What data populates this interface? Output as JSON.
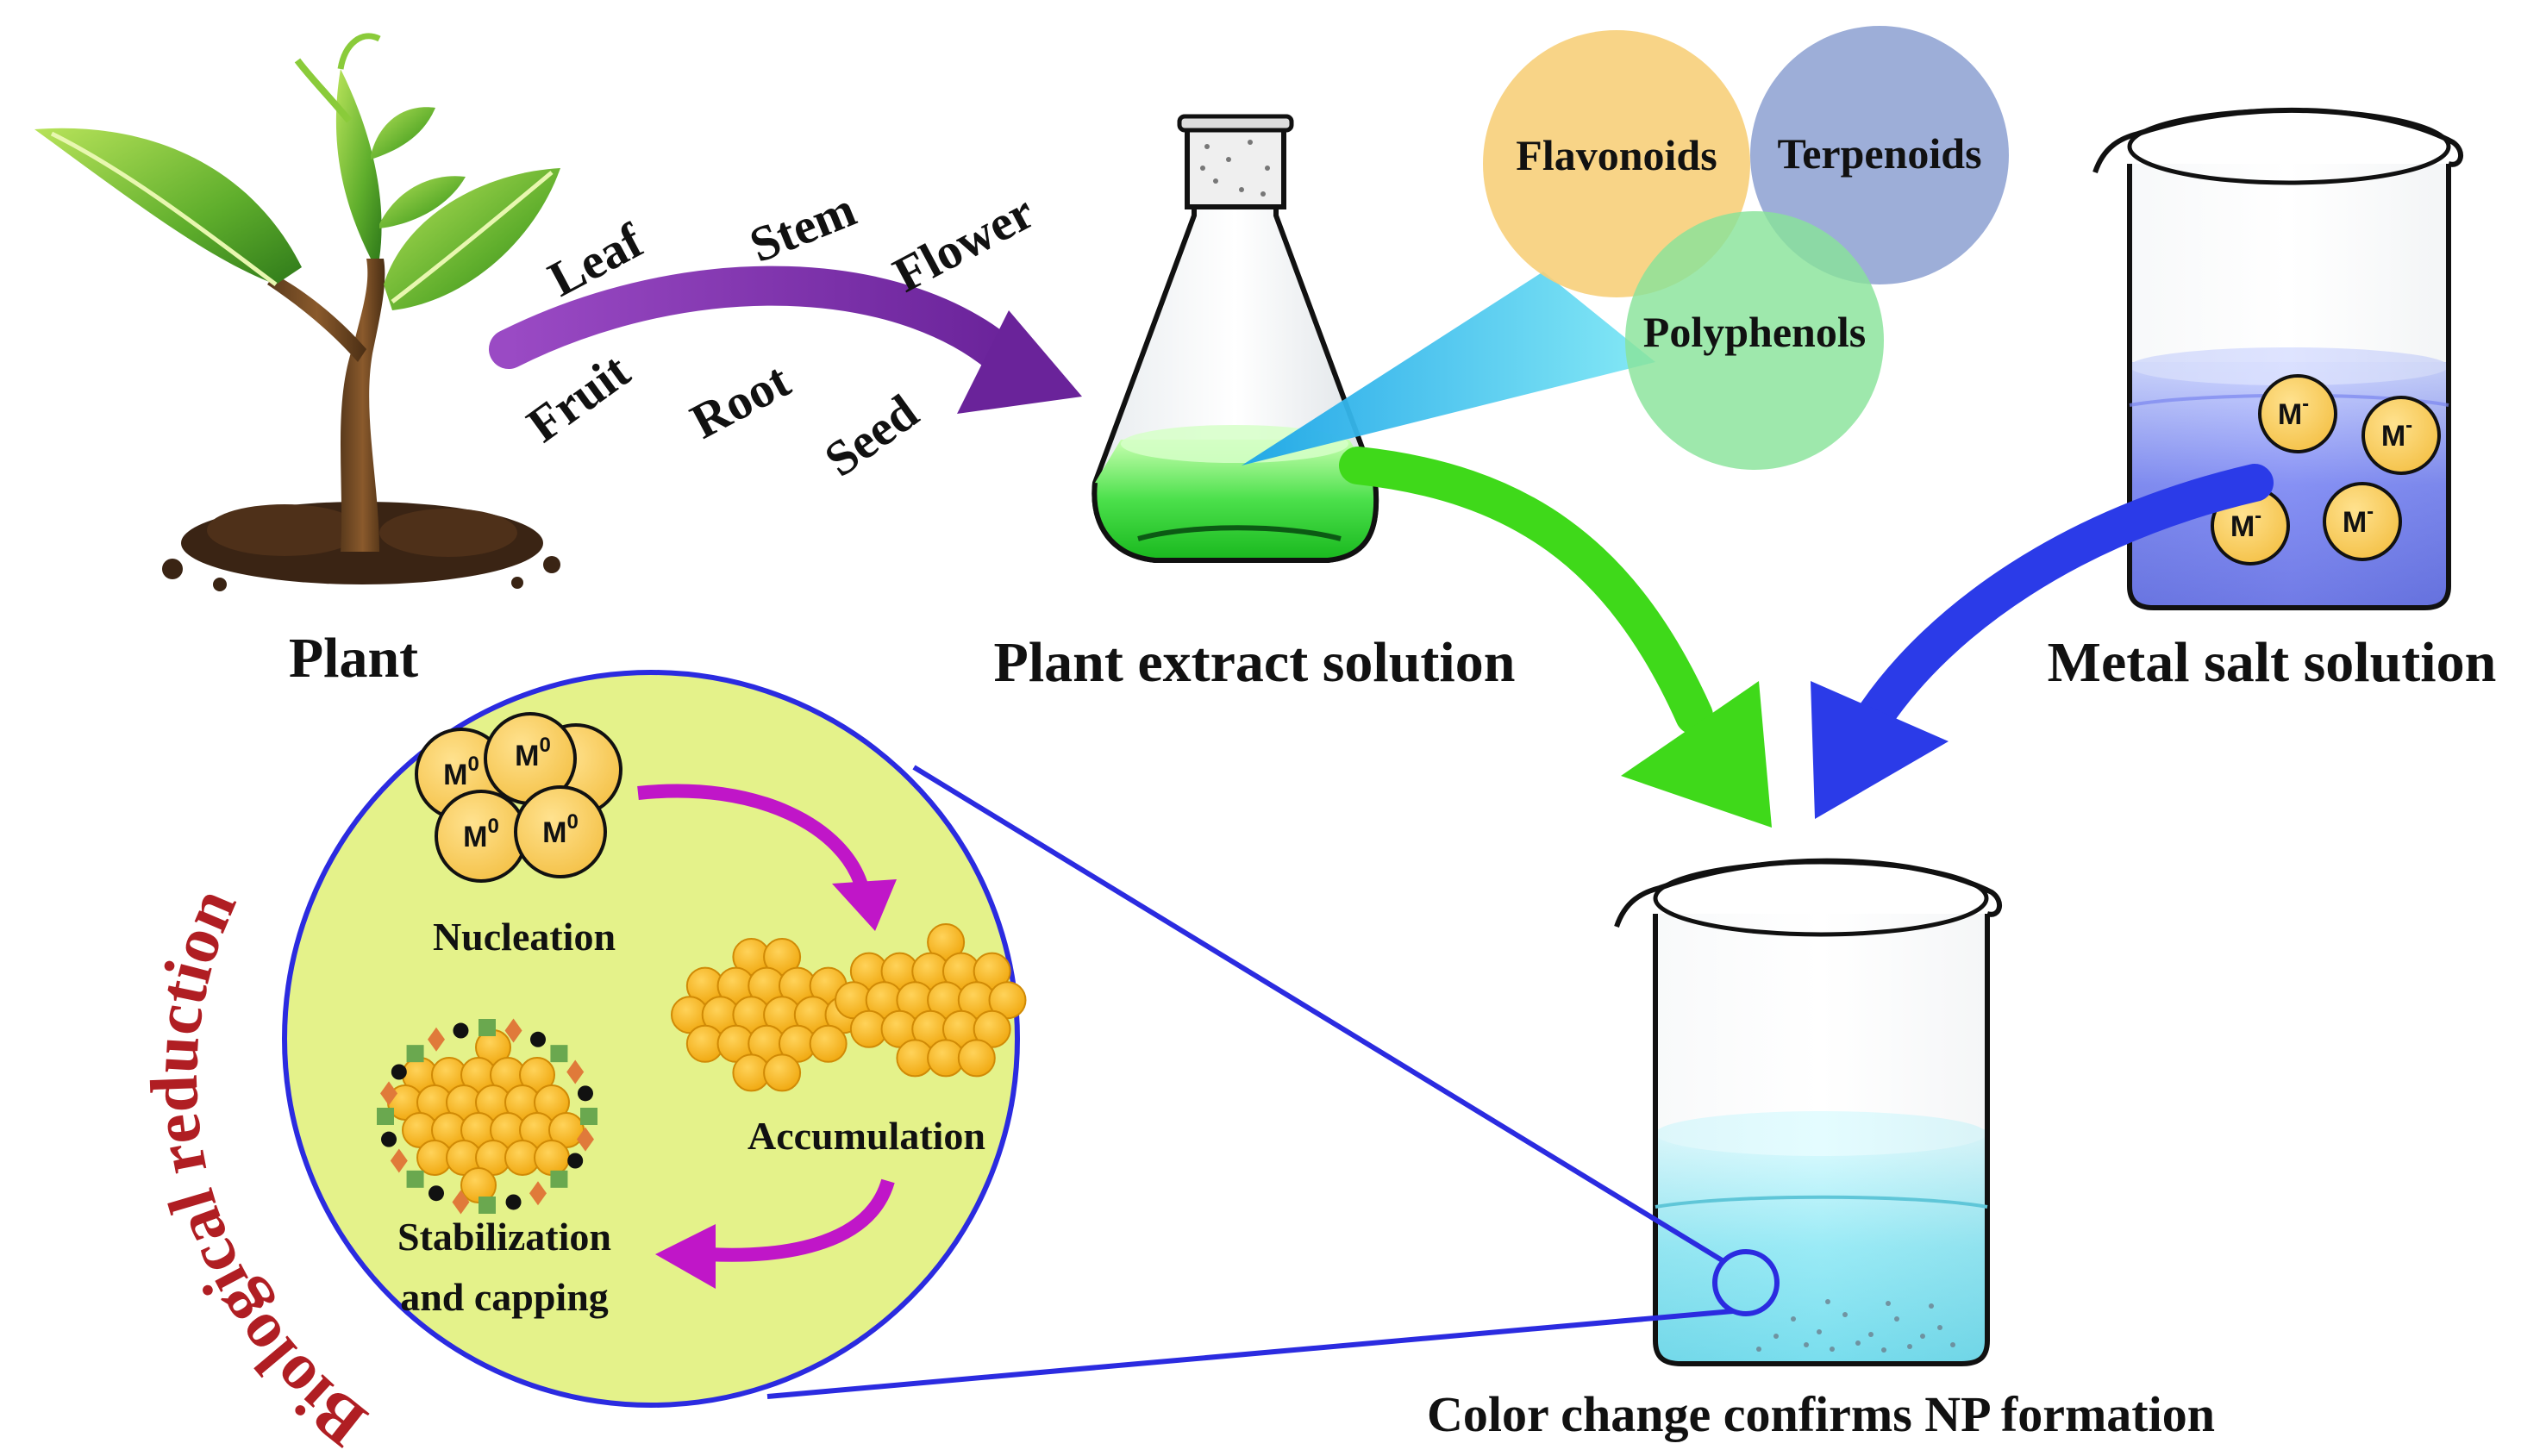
{
  "plant": {
    "label": "Plant",
    "parts": [
      "Leaf",
      "Stem",
      "Flower",
      "Fruit",
      "Root",
      "Seed"
    ]
  },
  "extract": {
    "label": "Plant extract solution",
    "compounds": [
      "Flavonoids",
      "Terpenoids",
      "Polyphenols"
    ]
  },
  "metal": {
    "label": "Metal salt solution",
    "ion": "M",
    "ion_charge": "-"
  },
  "result": {
    "label": "Color change confirms NP formation"
  },
  "bio": {
    "title": "Biological reduction",
    "atom": "M",
    "atom_charge": "0",
    "steps": {
      "nucleation": "Nucleation",
      "accumulation": "Accumulation",
      "stab_line1": "Stabilization",
      "stab_line2": "and capping"
    }
  },
  "colors": {
    "purple_arrow": "#7b2fa0",
    "green_arrow": "#3fd91a",
    "blue_arrow": "#2b3be8",
    "magenta_arrow": "#c016c8",
    "bio_circle": "#e4f28a",
    "nanoparticle": "#f5b51c",
    "flavonoids": "#f7cf7a",
    "terpenoids": "#8fa3d3",
    "polyphenols": "#89e39a",
    "title_red": "#b01e23"
  }
}
